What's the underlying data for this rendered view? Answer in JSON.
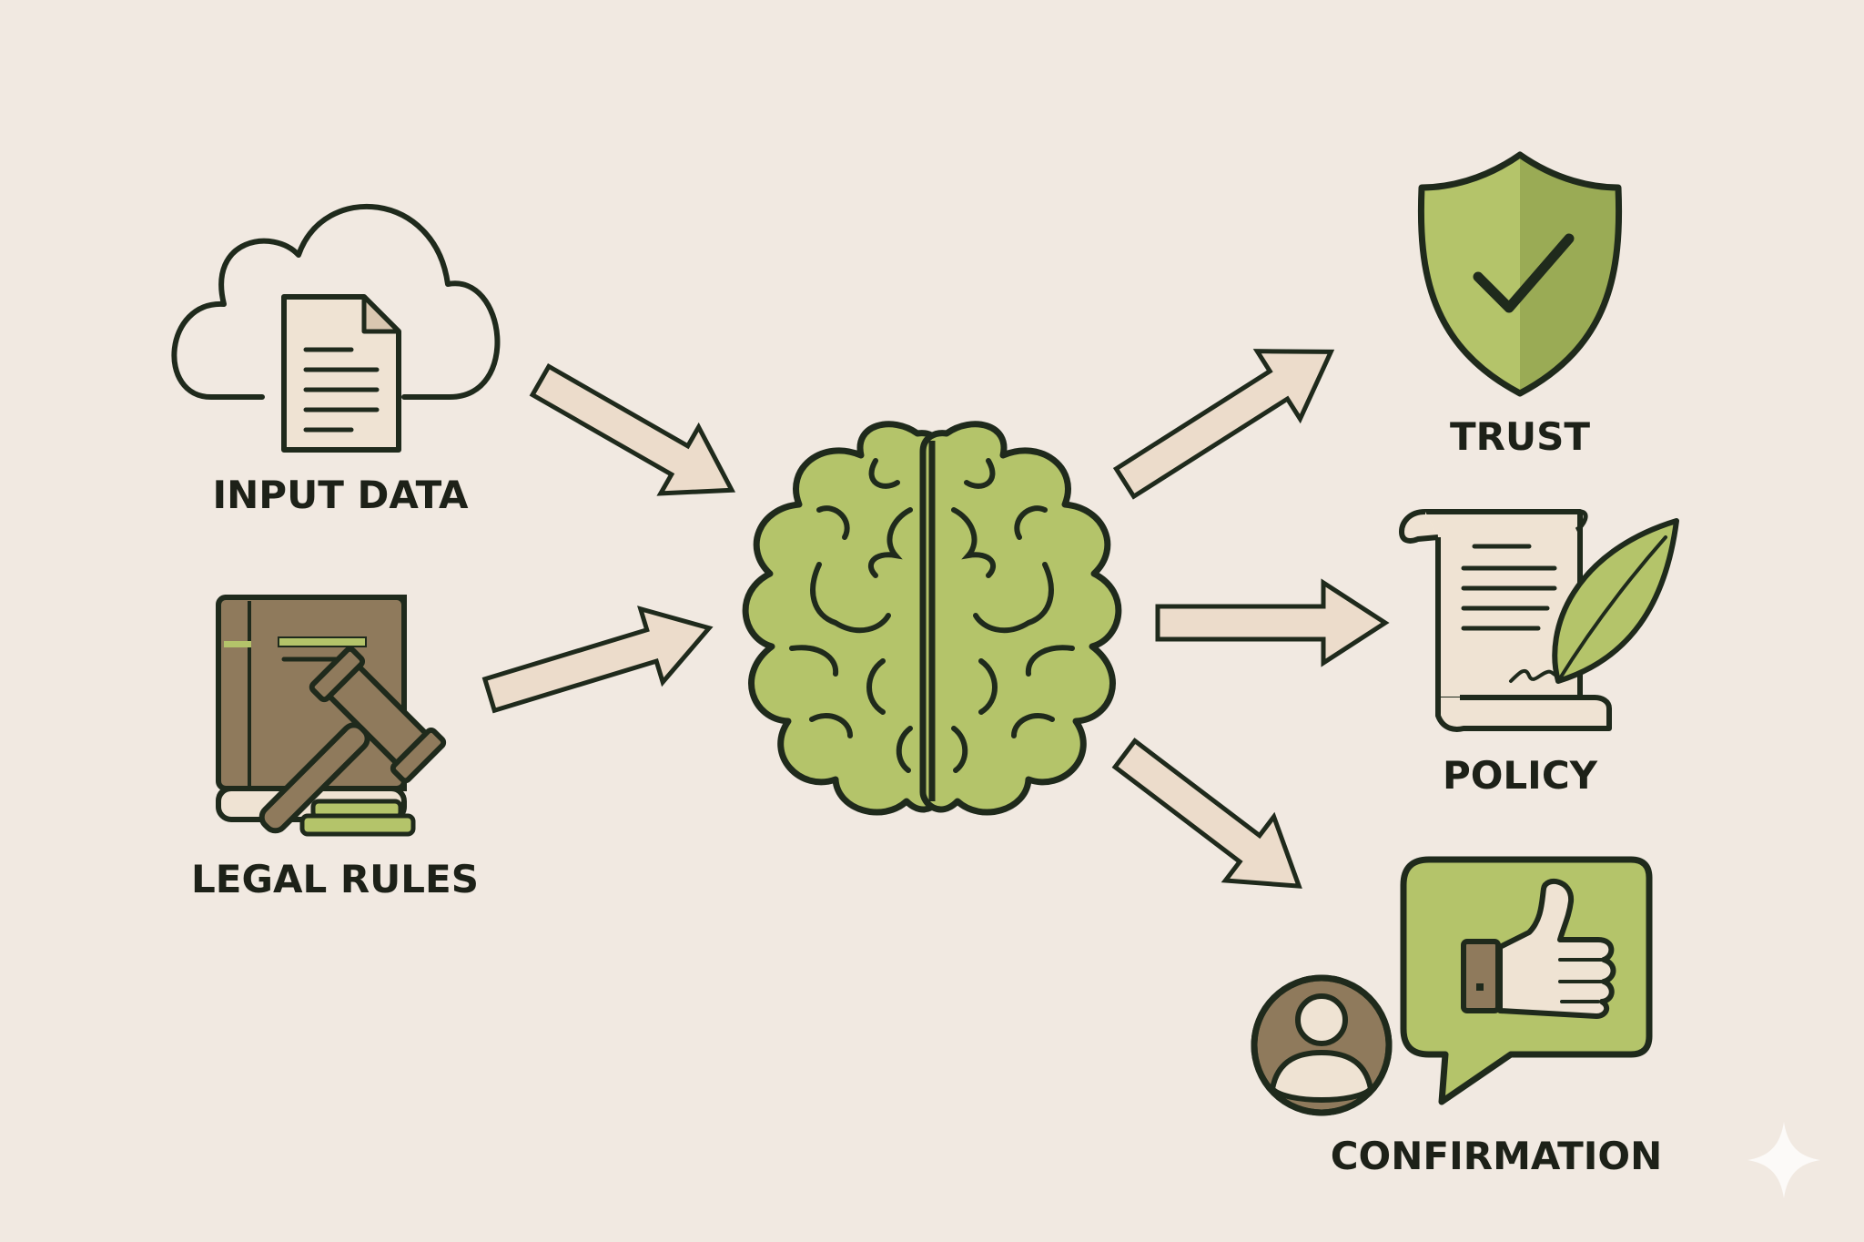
{
  "diagram": {
    "inputs": [
      {
        "id": "input-data",
        "label": "INPUT DATA",
        "icon": "cloud-document-icon"
      },
      {
        "id": "legal-rules",
        "label": "LEGAL RULES",
        "icon": "law-book-gavel-icon"
      }
    ],
    "processor": {
      "id": "brain",
      "icon": "brain-icon"
    },
    "outputs": [
      {
        "id": "trust",
        "label": "TRUST",
        "icon": "shield-check-icon"
      },
      {
        "id": "policy",
        "label": "POLICY",
        "icon": "scroll-quill-icon"
      },
      {
        "id": "confirmation",
        "label": "CONFIRMATION",
        "icon": "user-thumbs-up-icon"
      }
    ],
    "flows": [
      {
        "from": "input-data",
        "to": "brain"
      },
      {
        "from": "legal-rules",
        "to": "brain"
      },
      {
        "from": "brain",
        "to": "trust"
      },
      {
        "from": "brain",
        "to": "policy"
      },
      {
        "from": "brain",
        "to": "confirmation"
      }
    ]
  },
  "colors": {
    "background": "#f1e9e1",
    "outline": "#1f2a1c",
    "green": "#b4c46a",
    "green_dark": "#9aab55",
    "brown": "#8f7a5c",
    "paper": "#efe3d3",
    "arrow_fill": "#ecdccb"
  }
}
